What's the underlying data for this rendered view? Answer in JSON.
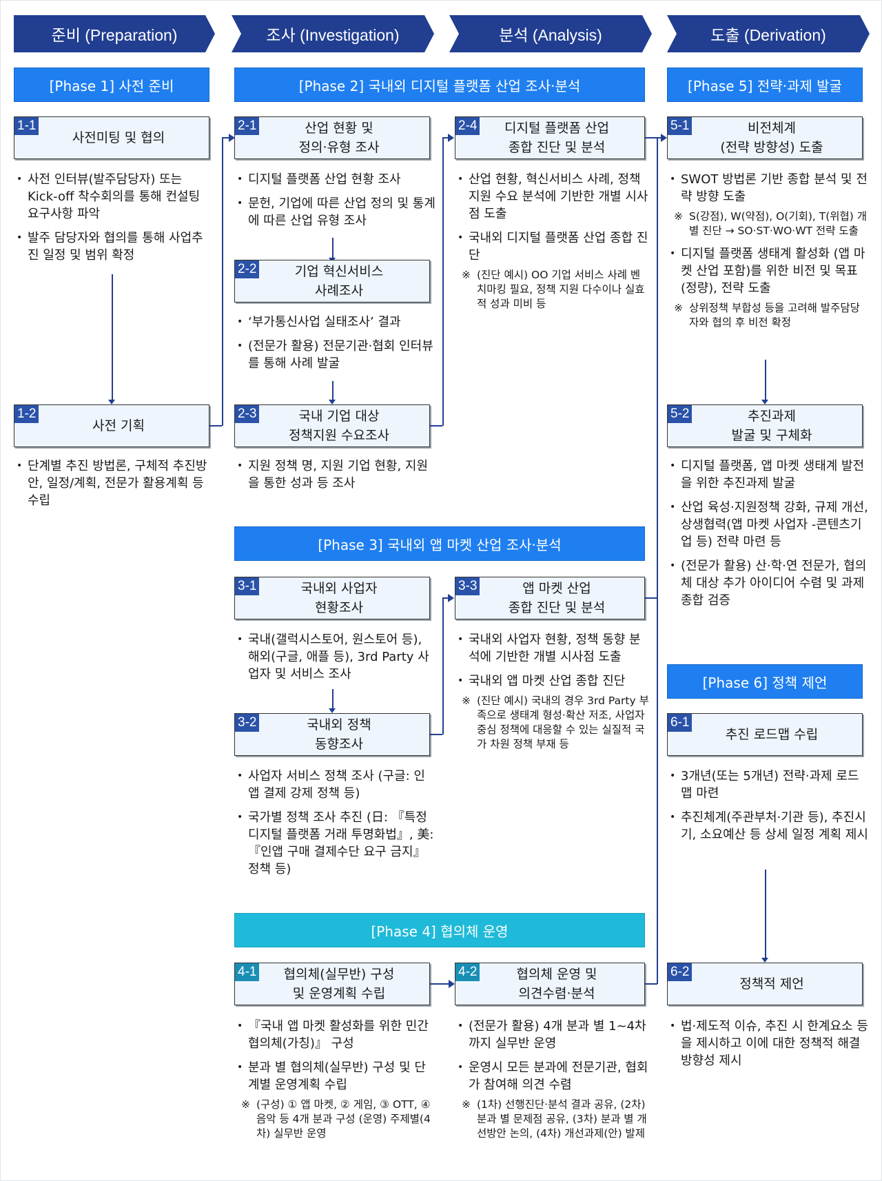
{
  "stages": [
    {
      "label": "준비 (Preparation)"
    },
    {
      "label": "조사 (Investigation)"
    },
    {
      "label": "분석 (Analysis)"
    },
    {
      "label": "도출 (Derivation)"
    }
  ],
  "phases": {
    "p1": "[Phase 1] 사전 준비",
    "p2": "[Phase 2] 국내외 디지털 플랫폼 산업 조사·분석",
    "p3": "[Phase 3] 국내외 앱 마켓 산업 조사·분석",
    "p4": "[Phase 4] 협의체 운영",
    "p5": "[Phase 5] 전략·과제 발굴",
    "p6": "[Phase 6] 정책 제언"
  },
  "colors": {
    "stage": "#213e91",
    "phase": "#1f7ff0",
    "phase4": "#1fbad9",
    "box_bg": "#eef5fd",
    "tag": "#2a52a8"
  },
  "steps": {
    "s1_1": {
      "tag": "1-1",
      "title": "사전미팅 및 협의",
      "items": [
        "사전 인터뷰(발주담당자) 또는 Kick-off 착수회의를 통해 컨설팅 요구사항 파악",
        "발주 담당자와 협의를 통해 사업추진 일정 및 범위 확정"
      ]
    },
    "s1_2": {
      "tag": "1-2",
      "title": "사전 기획",
      "items": [
        "단계별 추진 방법론, 구체적 추진방안, 일정/계획, 전문가 활용계획 등 수립"
      ]
    },
    "s2_1": {
      "tag": "2-1",
      "title": "산업 현황 및\n정의·유형 조사",
      "items": [
        "디지털 플랫폼 산업 현황 조사",
        "문헌, 기업에 따른 산업 정의 및 통계에 따른 산업 유형 조사"
      ]
    },
    "s2_2": {
      "tag": "2-2",
      "title": "기업 혁신서비스\n사례조사",
      "items": [
        "‘부가통신사업 실태조사’ 결과",
        "(전문가 활용) 전문기관·협회 인터뷰를 통해 사례 발굴"
      ]
    },
    "s2_3": {
      "tag": "2-3",
      "title": "국내 기업 대상\n정책지원 수요조사",
      "items": [
        "지원 정책 명, 지원 기업 현황, 지원을 통한 성과 등 조사"
      ]
    },
    "s2_4": {
      "tag": "2-4",
      "title": "디지털 플랫폼 산업\n종합 진단 및 분석",
      "items": [
        "산업 현황, 혁신서비스 사례, 정책 지원 수요 분석에 기반한 개별 시사점 도출",
        "국내외 디지털 플랫폼 산업 종합 진단"
      ],
      "note": "(진단 예시) OO 기업 서비스 사례 벤치마킹 필요, 정책 지원 다수이나 실효적 성과 미비 등"
    },
    "s3_1": {
      "tag": "3-1",
      "title": "국내외 사업자\n현황조사",
      "items": [
        "국내(갤럭시스토어, 원스토어 등), 해외(구글, 애플 등), 3rd Party 사업자 및 서비스 조사"
      ]
    },
    "s3_2": {
      "tag": "3-2",
      "title": "국내외 정책\n동향조사",
      "items": [
        "사업자 서비스 정책 조사 (구글: 인앱 결제 강제 정책 등)",
        "국가별 정책 조사 추진 (日: 『특정 디지털 플랫폼 거래 투명화법』, 美: 『인앱 구매 결제수단 요구 금지』 정책 등)"
      ]
    },
    "s3_3": {
      "tag": "3-3",
      "title": "앱 마켓 산업\n종합 진단 및 분석",
      "items": [
        "국내외 사업자 현황, 정책 동향 분석에 기반한 개별 시사점 도출",
        "국내외 앱 마켓 산업 종합 진단"
      ],
      "note": "(진단 예시) 국내의 경우 3rd Party 부족으로 생태계 형성·확산 저조, 사업자 중심 정책에 대응할 수 있는 실질적 국가 차원 정책 부재 등"
    },
    "s4_1": {
      "tag": "4-1",
      "title": "협의체(실무반) 구성\n및 운영계획 수립",
      "items": [
        "『국내 앱 마켓 활성화를 위한 민간협의체(가칭)』 구성",
        "분과 별 협의체(실무반) 구성 및 단계별 운영계획 수립"
      ],
      "note": "(구성) ① 앱 마켓, ② 게임, ③ OTT, ④ 음악 등 4개 분과 구성 (운영) 주제별(4차) 실무반 운영"
    },
    "s4_2": {
      "tag": "4-2",
      "title": "협의체 운영 및\n의견수렴·분석",
      "items": [
        "(전문가 활용) 4개 분과 별 1~4차까지 실무반 운영",
        "운영시 모든 분과에 전문기관, 협회가 참여해 의견 수렴"
      ],
      "note": "(1차) 선행진단·분석 결과 공유, (2차) 분과 별 문제점 공유, (3차) 분과 별 개선방안 논의, (4차) 개선과제(안) 발제"
    },
    "s5_1": {
      "tag": "5-1",
      "title": "비전체계\n(전략 방향성) 도출",
      "items": [
        "SWOT 방법론 기반 종합 분석 및 전략 방향 도출",
        "디지털 플랫폼 생태계 활성화 (앱 마켓 산업 포함)를 위한 비전 및 목표(정량), 전략 도출"
      ],
      "note1": "S(강점), W(약점), O(기회), T(위협) 개별 진단 → SO·ST·WO·WT 전략 도출",
      "note2": "상위정책 부합성 등을 고려해 발주담당자와 협의 후 비전 확정"
    },
    "s5_2": {
      "tag": "5-2",
      "title": "추진과제\n발굴 및 구체화",
      "items": [
        "디지털 플랫폼, 앱 마켓 생태계 발전을 위한 추진과제 발굴",
        "산업 육성·지원정책 강화, 규제 개선, 상생협력(앱 마켓 사업자 -콘텐츠기업 등) 전략 마련 등",
        "(전문가 활용) 산·학·연 전문가, 협의체 대상 추가 아이디어 수렴 및 과제 종합 검증"
      ]
    },
    "s6_1": {
      "tag": "6-1",
      "title": "추진 로드맵 수립",
      "items": [
        "3개년(또는 5개년) 전략·과제 로드맵 마련",
        "추진체계(주관부처·기관 등), 추진시기, 소요예산 등 상세 일정 계획 제시"
      ]
    },
    "s6_2": {
      "tag": "6-2",
      "title": "정책적 제언",
      "items": [
        "법·제도적 이슈, 추진 시 한계요소 등을 제시하고 이에 대한 정책적 해결 방향성 제시"
      ]
    }
  }
}
